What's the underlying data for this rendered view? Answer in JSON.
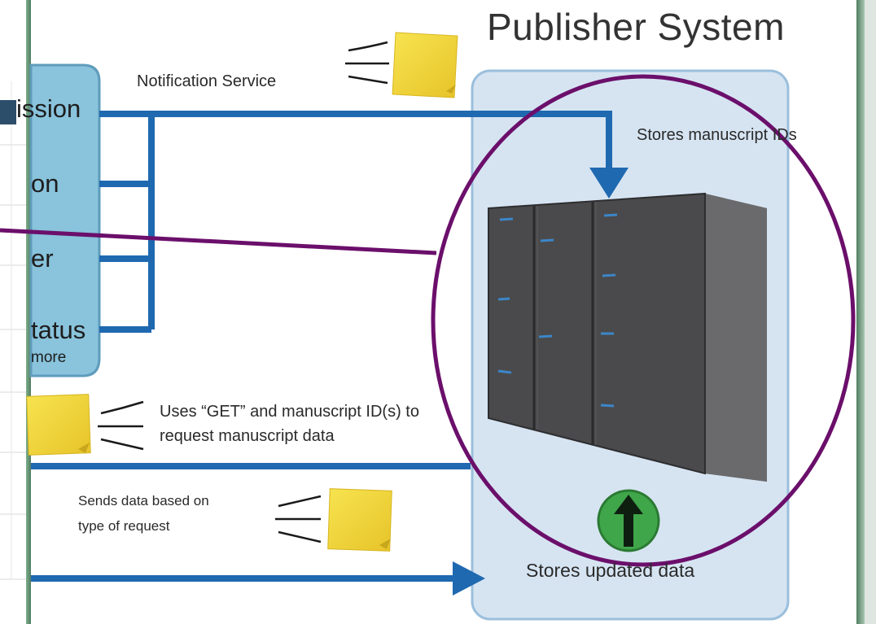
{
  "diagram": {
    "title": "Publisher System",
    "notification_service": "Notification Service",
    "stores_ids": "Stores manuscript IDs",
    "get_request_line1": "Uses “GET” and manuscript ID(s) to",
    "get_request_line2": "request manuscript data",
    "sends_data_line1": "Sends data based on",
    "sends_data_line2": "type of request",
    "stores_updated": "Stores updated data",
    "left_panel_items": [
      "ission",
      "on",
      "er",
      "tatus"
    ],
    "left_panel_more": "more"
  },
  "colors": {
    "frame_green": "#5e8c6f",
    "arrow_blue": "#1f69b0",
    "panel_blue": "#d6e4f2",
    "panel_border": "#9bbfdc",
    "left_panel": "#89c3dc",
    "circle_purple": "#6b0f6b",
    "sticky_yellow": "#f2d63a",
    "server_dark": "#4b4b4d",
    "up_green": "#3fa64a"
  },
  "icons": [
    "sticky-note-icon",
    "motion-lines-icon",
    "server-rack-icon",
    "up-arrow-icon"
  ]
}
